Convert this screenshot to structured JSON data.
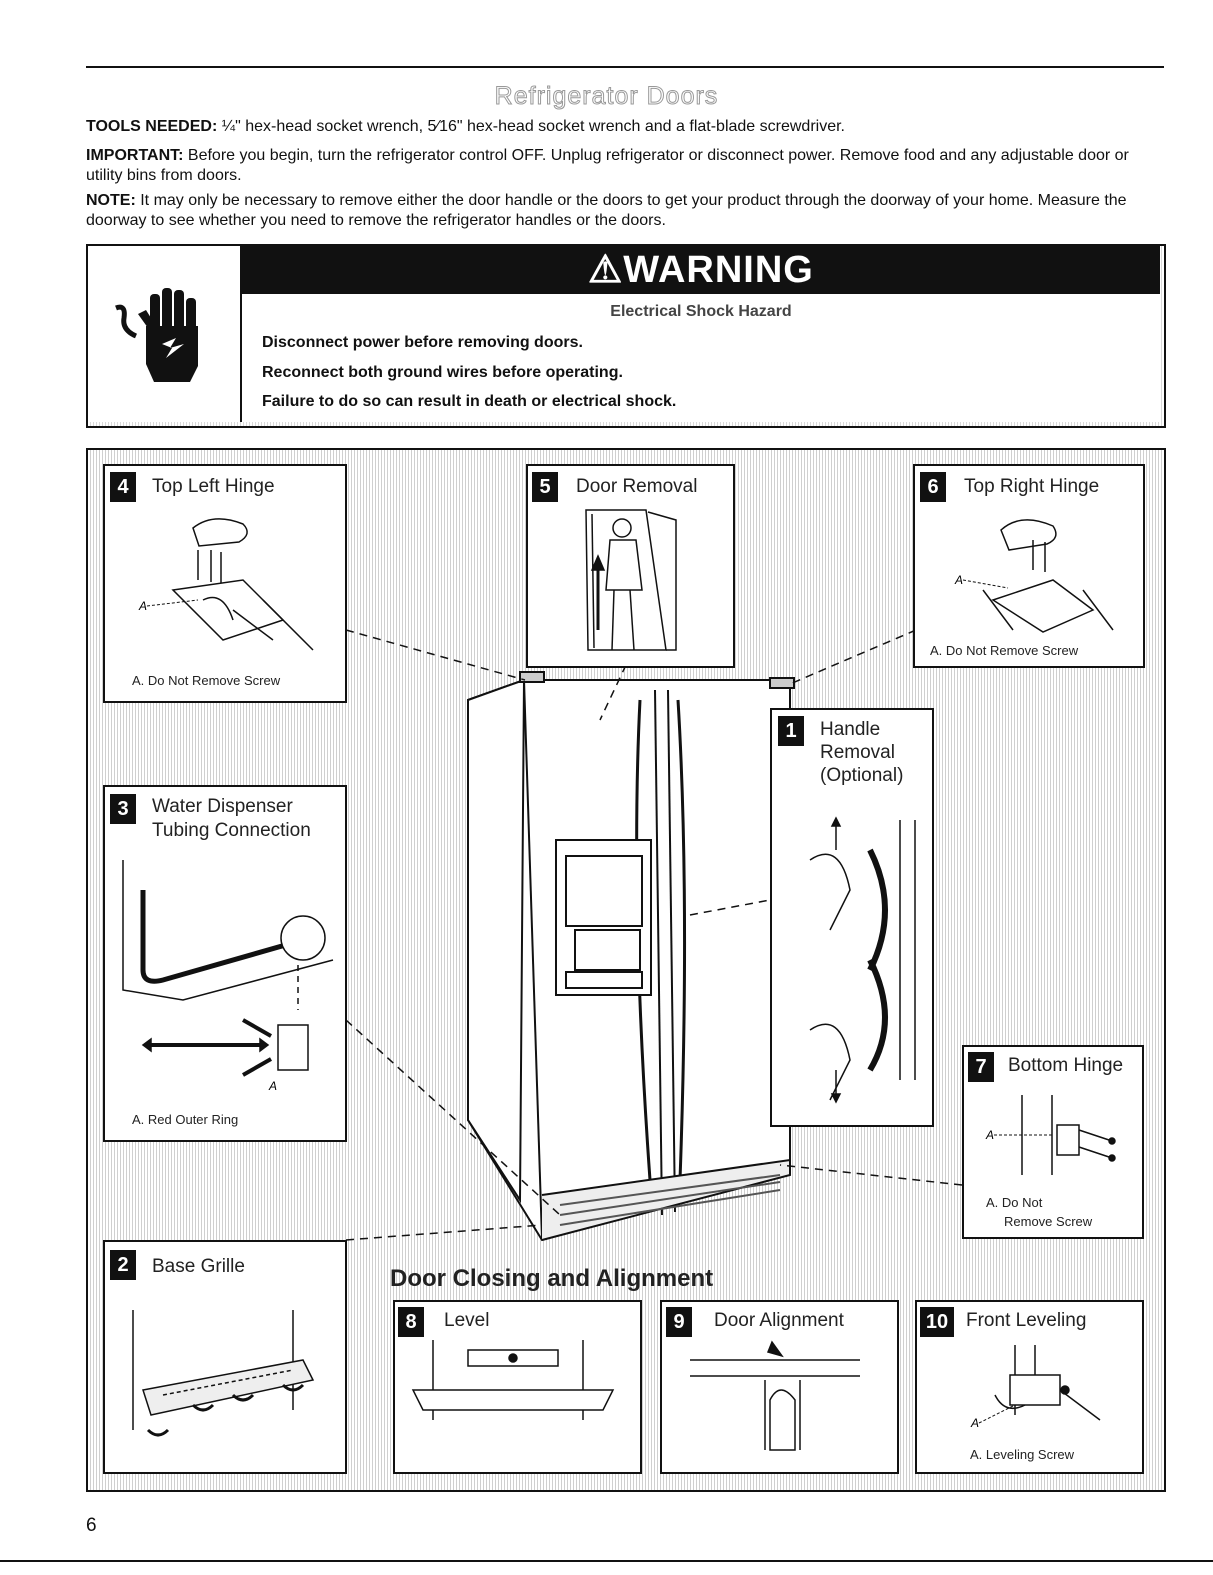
{
  "section_title": "Refrigerator Doors",
  "tools": {
    "label": "TOOLS NEEDED:",
    "text": " ¼\" hex-head socket wrench, 5⁄16\" hex-head socket wrench and a flat-blade screwdriver."
  },
  "important": {
    "label": "IMPORTANT:",
    "text": " Before you begin, turn the refrigerator control OFF. Unplug refrigerator or disconnect power. Remove food and any adjustable door or utility bins from doors."
  },
  "note": {
    "label": "NOTE:",
    "text": " It may only be necessary to remove either the door handle or the doors to get your product through the doorway of your home. Measure the doorway to see whether you need to remove the refrigerator handles or the doors."
  },
  "warning": {
    "title": "⚠WARNING",
    "subtitle": "Electrical Shock Hazard",
    "lines": [
      "Disconnect power before removing doors.",
      "Reconnect both ground wires before operating.",
      "Failure to do so can result in death or electrical shock."
    ],
    "icon": "electrical-shock-hand-icon"
  },
  "steps": {
    "top_left_hinge": {
      "num": "4",
      "title": "Top Left Hinge",
      "callout": "A",
      "caption": "A. Do Not Remove Screw"
    },
    "door_removal": {
      "num": "5",
      "title": "Door Removal"
    },
    "top_right_hinge": {
      "num": "6",
      "title": "Top Right Hinge",
      "callout": "A",
      "caption": "A. Do Not Remove Screw"
    },
    "handle_removal": {
      "num": "1",
      "title_lines": [
        "Handle",
        "Removal",
        "(Optional)"
      ]
    },
    "water_dispenser": {
      "num": "3",
      "title_lines": [
        "Water Dispenser",
        "Tubing Connection"
      ],
      "callout": "A",
      "caption": "A. Red Outer Ring"
    },
    "bottom_hinge": {
      "num": "7",
      "title": "Bottom Hinge",
      "callout": "A",
      "caption_lines": [
        "A. Do Not",
        "Remove Screw"
      ]
    },
    "base_grille": {
      "num": "2",
      "title": "Base Grille"
    },
    "door_closing": {
      "title": "Door Closing and Alignment"
    },
    "level": {
      "num": "8",
      "title": "Level"
    },
    "door_alignment": {
      "num": "9",
      "title": "Door Alignment"
    },
    "front_leveling": {
      "num": "10",
      "title": "Front Leveling",
      "callout": "A",
      "caption": "A. Leveling Screw"
    }
  },
  "page_number": "6"
}
